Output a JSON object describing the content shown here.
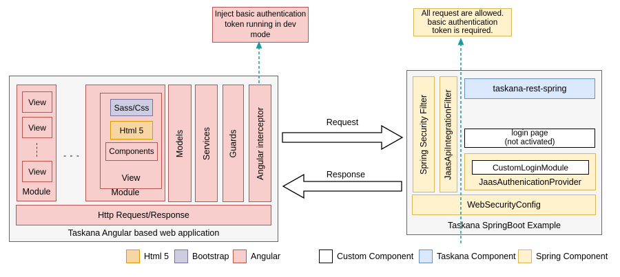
{
  "diagram": {
    "notes": {
      "left": {
        "lines": [
          "Inject basic authentication",
          "token running in dev",
          "mode"
        ]
      },
      "right": {
        "lines": [
          "All request are allowed.",
          "basic authentication",
          "token is required."
        ]
      }
    },
    "angular_app": {
      "title": "Taskana Angular based web application",
      "module1": {
        "label": "Module",
        "views": [
          "View",
          "View",
          "View"
        ]
      },
      "separator": "- - -",
      "module2": {
        "label": "Module",
        "view_label": "View",
        "sass": "Sass/Css",
        "html5": "Html 5",
        "components": "Components"
      },
      "bars": [
        "Models",
        "Services",
        "Guards",
        "Angular interceptor"
      ],
      "http_bar": "Http Request/Response"
    },
    "arrows": {
      "request": "Request",
      "response": "Response"
    },
    "springboot_app": {
      "title": "Taskana SpringBoot Example",
      "filters": [
        "Spring Security Filter",
        "JaasApiIntegrationFilter"
      ],
      "taskana_rest": "taskana-rest-spring",
      "login_line1": "login page",
      "login_line2": "(not activated)",
      "custom_login": "CustomLoginModule",
      "jaas_provider": "JaasAuthenicationProvider",
      "web_security": "WebSecurityConfig"
    }
  },
  "legend": [
    {
      "label": "Html 5",
      "fill": "#f8d6a3",
      "border": "#d79b00"
    },
    {
      "label": "Bootstrap",
      "fill": "#cdcde2",
      "border": "#76729f"
    },
    {
      "label": "Angular",
      "fill": "#f8cecc",
      "border": "#b85450"
    },
    {
      "label": "Custom Component",
      "fill": "#ffffff",
      "border": "#000000"
    },
    {
      "label": "Taskana Component",
      "fill": "#dae8fc",
      "border": "#6c8ebf"
    },
    {
      "label": "Spring Component",
      "fill": "#fff2cc",
      "border": "#d6b656"
    }
  ],
  "colors": {
    "angular_fill": "#f8cecc",
    "angular_border": "#b85450",
    "spring_fill": "#fff2cc",
    "spring_border": "#d6b656",
    "taskana_fill": "#dae8fc",
    "taskana_border": "#6c8ebf",
    "html5_fill": "#f8d6a3",
    "html5_border": "#d79b00",
    "bootstrap_fill": "#cdcde2",
    "bootstrap_border": "#76729f",
    "container_fill": "#f5f5f5",
    "container_border": "#666666",
    "dashed_connector": "#1a9ba1"
  }
}
